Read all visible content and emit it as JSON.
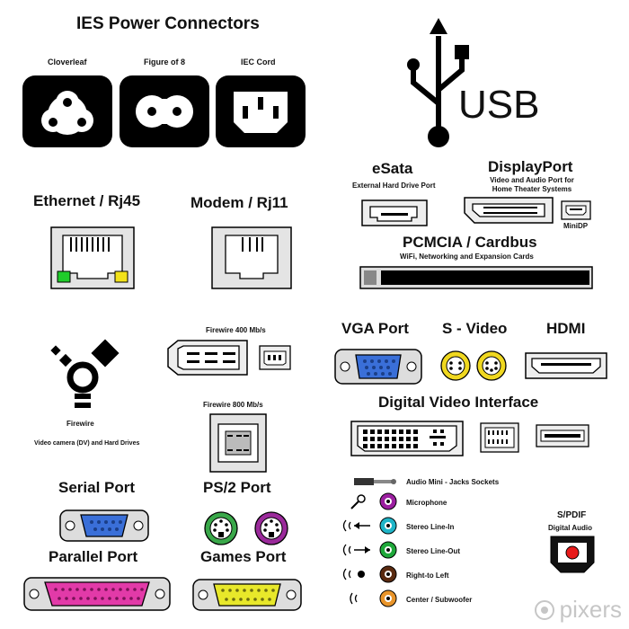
{
  "ies": {
    "title": "IES Power Connectors",
    "cloverleaf": "Cloverleaf",
    "figure8": "Figure of 8",
    "iec": "IEC Cord"
  },
  "usb": {
    "label": "USB"
  },
  "esata": {
    "title": "eSata",
    "desc": "External Hard Drive Port"
  },
  "displayport": {
    "title": "DisplayPort",
    "desc_line1": "Video and Audio Port for",
    "desc_line2": "Home Theater Systems",
    "mini": "MiniDP"
  },
  "pcmcia": {
    "title": "PCMCIA / Cardbus",
    "desc": "WiFi, Networking and Expansion Cards"
  },
  "ethernet": {
    "title": "Ethernet / Rj45"
  },
  "modem": {
    "title": "Modem / Rj11"
  },
  "firewire": {
    "label": "Firewire",
    "desc": "Video camera (DV) and Hard Drives",
    "f400": "Firewire 400 Mb/s",
    "f800": "Firewire 800 Mb/s"
  },
  "vga": {
    "title": "VGA Port"
  },
  "svideo": {
    "title": "S - Video"
  },
  "hdmi": {
    "title": "HDMI"
  },
  "dvi": {
    "title": "Digital Video Interface"
  },
  "serial": {
    "title": "Serial Port"
  },
  "ps2": {
    "title": "PS/2 Port"
  },
  "parallel": {
    "title": "Parallel Port"
  },
  "games": {
    "title": "Games Port"
  },
  "audio": {
    "items": [
      "Audio Mini - Jacks Sockets",
      "Microphone",
      "Stereo Line-In",
      "Stereo Line-Out",
      "Right-to Left",
      "Center / Subwoofer"
    ],
    "colors": [
      "#9b1fa0",
      "#1fb5c8",
      "#1fa83a",
      "#5a2a10",
      "#e8942a"
    ]
  },
  "spdif": {
    "title": "S/PDIF",
    "desc": "Digital Audio"
  },
  "watermark": {
    "text": "pixers"
  },
  "colors": {
    "rj45_green": "#1fcc2a",
    "rj45_yellow": "#f2e21a",
    "vga_blue": "#3a6fd8",
    "ps2_green": "#3aa84a",
    "ps2_purple": "#9b2a9b",
    "parallel_pink": "#e23aa8",
    "games_yellow": "#e8e82a",
    "svideo_yellow": "#f0d820",
    "spdif_red": "#e81a1a"
  }
}
